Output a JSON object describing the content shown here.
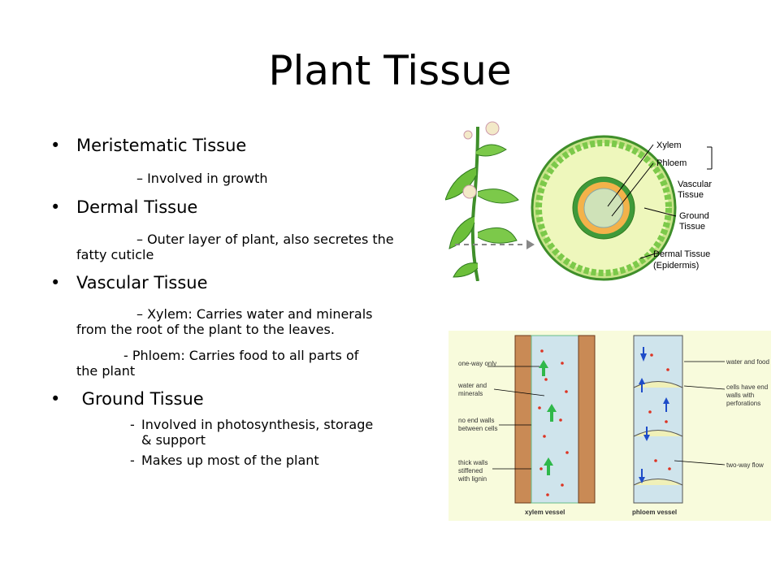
{
  "slide": {
    "title": "Plant Tissue",
    "bullets": [
      {
        "label": "Meristematic Tissue",
        "sub": "– Involved in growth"
      },
      {
        "label": "Dermal Tissue",
        "sub_line1": "– Outer layer of plant, also secretes the",
        "sub_line2": "fatty cuticle"
      },
      {
        "label": "Vascular Tissue",
        "xylem_line1": "– Xylem:  Carries water and minerals",
        "xylem_line2": "from the root of the plant to the leaves.",
        "phloem_line1": "- Phloem:  Carries food to all parts of",
        "phloem_line2": "the plant"
      },
      {
        "label": " Ground Tissue",
        "items": [
          {
            "dash": "-",
            "line1": "Involved in photosynthesis, storage",
            "line2": "& support"
          },
          {
            "dash": "-",
            "line1": "Makes up most of the plant"
          }
        ]
      }
    ]
  },
  "stem_diagram": {
    "labels": {
      "xylem": "Xylem",
      "phloem": "Phloem",
      "vascular": "Vascular",
      "tissue": "Tissue",
      "ground": "Ground",
      "ground_tissue": "Tissue",
      "dermal": "Dermal Tissue",
      "epidermis": "(Epidermis)"
    }
  },
  "vessel_diagram": {
    "left_labels": [
      "one-way only",
      "water and",
      "minerals",
      "no end walls",
      "between cells",
      "thick walls",
      "stiffened",
      "with lignin"
    ],
    "right_labels": [
      "water and food",
      "cells have end",
      "walls with",
      "perforations",
      "two-way flow"
    ],
    "captions": {
      "xylem": "xylem vessel",
      "phloem": "phloem vessel"
    }
  }
}
